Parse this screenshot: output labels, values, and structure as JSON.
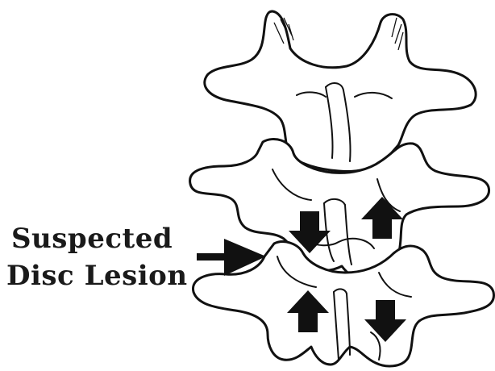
{
  "annotation": {
    "line1": "Suspected",
    "line2": "Disc Lesion"
  },
  "figure": {
    "subject": "lumbar-vertebrae-illustration",
    "arrows": [
      "compression-down-left",
      "distraction-up-left",
      "compression-down-right",
      "pointer-to-disc"
    ]
  }
}
